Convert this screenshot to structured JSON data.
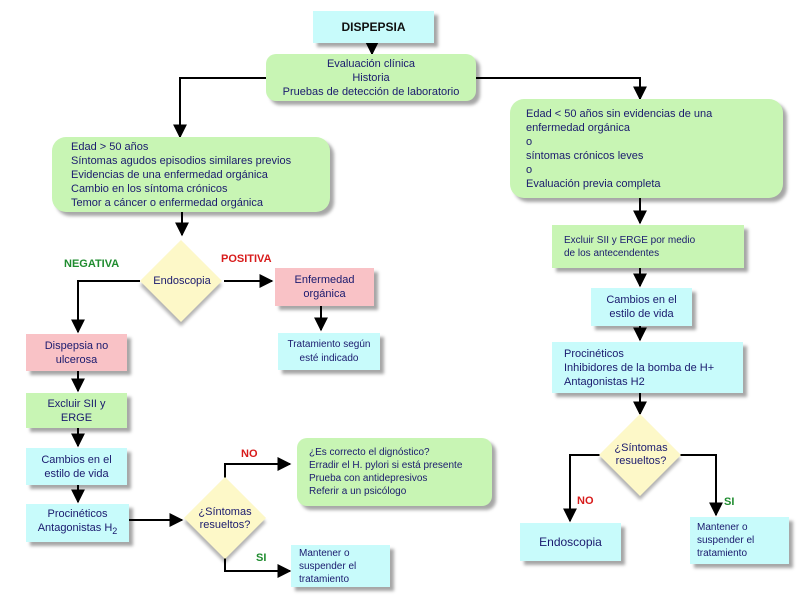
{
  "title": "DISPEPSIA",
  "top_box": {
    "lines": [
      "Evaluación clínica",
      "Historia",
      "Pruebas de detección de laboratorio"
    ]
  },
  "left_criteria": {
    "lines": [
      "Edad > 50 años",
      "Síntomas agudos episodios similares previos",
      "Evidencias de una enfermedad orgánica",
      "Cambio en los síntoma crónicos",
      "Temor a cáncer o enfermedad orgánica"
    ]
  },
  "right_criteria": {
    "lines": [
      "Edad < 50 años sin evidencias de una",
      "enfermedad orgánica",
      "o",
      "síntomas crónicos leves",
      "o",
      "Evaluación previa completa"
    ]
  },
  "endoscopia_decision": {
    "label": "Endoscopia"
  },
  "labels": {
    "negativa": "NEGATIVA",
    "positiva": "POSITIVA",
    "no_left": "NO",
    "si_left": "SI",
    "no_right": "NO",
    "si_right": "SI"
  },
  "enfermedad_organica": {
    "lines": [
      "Enfermedad",
      "orgánica"
    ]
  },
  "tratamiento_indicado": {
    "lines": [
      "Tratamiento según",
      "esté indicado"
    ]
  },
  "dispepsia_no_ulcerosa": {
    "lines": [
      "Dispepsia no",
      "ulcerosa"
    ]
  },
  "left_excluir": {
    "lines": [
      "Excluir SII y",
      "ERGE"
    ]
  },
  "left_cambios": {
    "lines": [
      "Cambios en el",
      "estilo de vida"
    ]
  },
  "left_proc": {
    "line1": "Procinéticos",
    "line2_text": "Antagonistas H",
    "line2_sub": "2"
  },
  "left_sintomas": {
    "label": "¿Síntomas resueltos?"
  },
  "no_box": {
    "lines": [
      "¿Es correcto el dignóstico?",
      "Erradir el H. pylori si está presente",
      "Prueba con antidepresivos",
      "Referir a un psicólogo"
    ]
  },
  "left_mantener": {
    "lines": [
      "Mantener o",
      "suspender el",
      "tratamiento"
    ]
  },
  "right_excluir": {
    "lines": [
      "Excluir SII y ERGE por medio",
      "de los antecendentes"
    ]
  },
  "right_cambios": {
    "lines": [
      "Cambios en el",
      "estilo de vida"
    ]
  },
  "right_proc": {
    "lines": [
      "Procinéticos",
      "Inhibidores de la bomba de H+",
      "Antagonistas H2"
    ]
  },
  "right_sintomas": {
    "label": "¿Síntomas resueltos?"
  },
  "right_endoscopia": {
    "label": "Endoscopia"
  },
  "right_mantener": {
    "lines": [
      "Mantener o",
      "suspender el",
      "tratamiento"
    ]
  },
  "colors": {
    "green": "#c8f5b4",
    "cyan": "#c8fbfb",
    "pink": "#f9c2c6",
    "diamond": "#fdf8c8",
    "text": "#1a1a6e",
    "tag_green": "#1f8c2f",
    "tag_red": "#d81b1b"
  }
}
